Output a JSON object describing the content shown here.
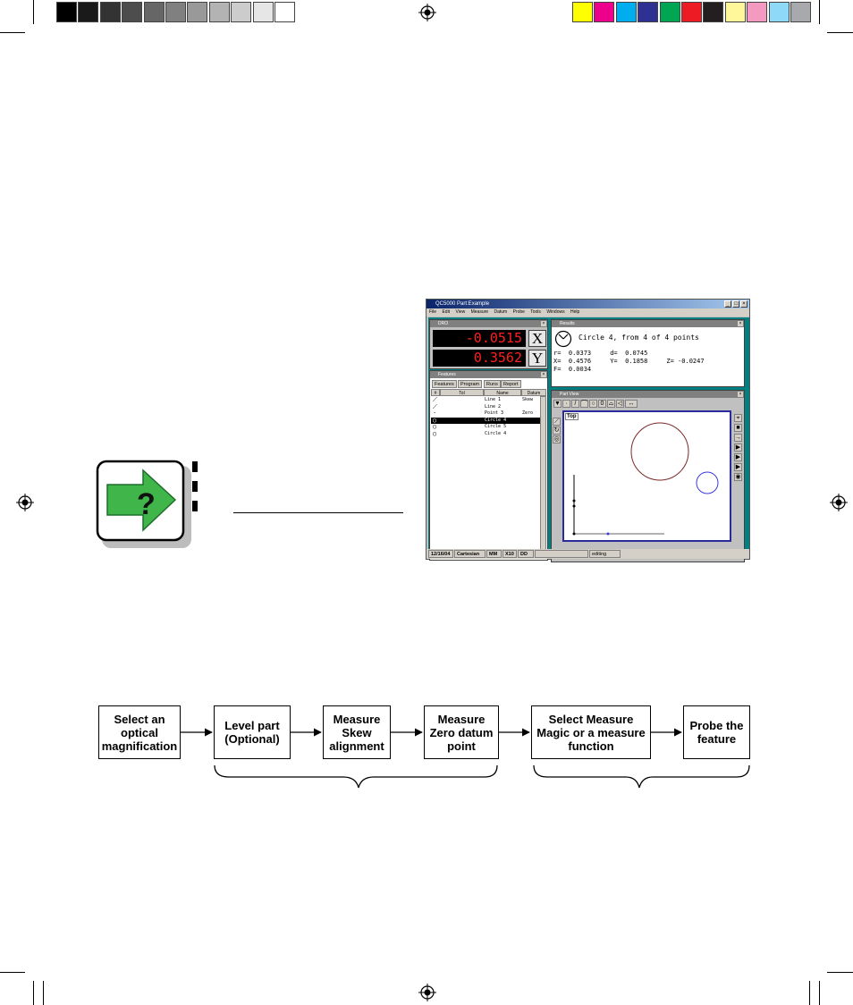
{
  "printer_marks": {
    "gray_swatches": [
      "#000000",
      "#1a1a1a",
      "#333333",
      "#4d4d4d",
      "#666666",
      "#808080",
      "#999999",
      "#b3b3b3",
      "#cccccc",
      "#e6e6e6",
      "#ffffff"
    ],
    "color_swatches": [
      "#ffff00",
      "#ec008c",
      "#00aeef",
      "#2e3192",
      "#00a651",
      "#ed1c24",
      "#231f20",
      "#fff799",
      "#f49ac1",
      "#8ed8f8",
      "#a7a9ac"
    ]
  },
  "app_window": {
    "title": "QC5000 Part:Example",
    "menu": [
      "File",
      "Edit",
      "View",
      "Measure",
      "Datum",
      "Probe",
      "Tools",
      "Windows",
      "Help"
    ],
    "dro": {
      "title": "DRO",
      "x_value": "-0.0515",
      "x_axis": "X",
      "y_value": "0.3562",
      "y_axis": "Y"
    },
    "results": {
      "title": "Results",
      "heading": "Circle 4, from 4 of 4 points",
      "line1": "r=  0.0373     d=  0.0745",
      "line2": "X=  0.4576     Y=  0.1858     Z= -0.0247",
      "line3": "F=  0.0034"
    },
    "features": {
      "title": "Features",
      "tabs": [
        "Features",
        "Program",
        "Runs",
        "Report"
      ],
      "columns": [
        "#",
        "Tol",
        "Name",
        "Datum"
      ],
      "rows": [
        {
          "name": "Line 1",
          "datum": "Skew",
          "selected": false
        },
        {
          "name": "Line 2",
          "datum": "",
          "selected": false
        },
        {
          "name": "Point 3",
          "datum": "Zero",
          "selected": false
        },
        {
          "name": "Circle 4",
          "datum": "",
          "selected": true
        },
        {
          "name": "Circle 5",
          "datum": "",
          "selected": false
        },
        {
          "name": "Circle 4",
          "datum": "",
          "selected": false
        }
      ]
    },
    "part_view": {
      "title": "Part View",
      "view_label": "Top"
    },
    "status_bar": [
      "12/16/04",
      "Cartesian",
      "MM",
      "X10",
      "DD",
      "",
      "editing"
    ]
  },
  "flowchart": {
    "steps": [
      {
        "label": "Select an\noptical\nmagnification"
      },
      {
        "label": "Level part\n(Optional)"
      },
      {
        "label": "Measure\nSkew\nalignment"
      },
      {
        "label": "Measure\nZero datum\npoint"
      },
      {
        "label": "Select Measure\nMagic or a measure\nfunction"
      },
      {
        "label": "Probe the\nfeature"
      }
    ]
  },
  "icons": {
    "note_icon": "green-arrow-question-icon",
    "registration": "registration-mark-icon"
  }
}
